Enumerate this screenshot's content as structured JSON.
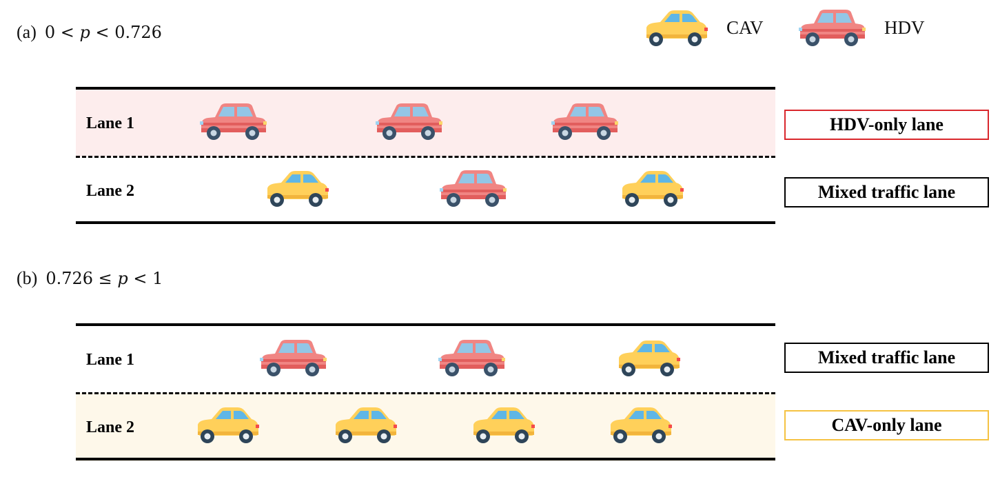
{
  "legend": {
    "cav_label": "CAV",
    "hdv_label": "HDV",
    "colors": {
      "cav_body": "#FFD05A",
      "hdv_body": "#F08583"
    }
  },
  "colors": {
    "hdv_lane_shade": "#FDEDED",
    "cav_lane_shade": "#FEF8EA",
    "hdv_tag_border": "#D9262C",
    "cav_tag_border": "#F5C242",
    "mixed_tag_border": "#000000"
  },
  "panels": [
    {
      "label": "(a)",
      "condition": "0 < 𝑝 < 0.726",
      "lanes": [
        {
          "name": "Lane 1",
          "type": "HDV-only lane",
          "vehicles": [
            "hdv",
            "hdv",
            "hdv"
          ]
        },
        {
          "name": "Lane 2",
          "type": "Mixed traffic lane",
          "vehicles": [
            "cav",
            "hdv",
            "cav"
          ]
        }
      ]
    },
    {
      "label": "(b)",
      "condition": "0.726 ≤ 𝑝 < 1",
      "lanes": [
        {
          "name": "Lane 1",
          "type": "Mixed traffic lane",
          "vehicles": [
            "hdv",
            "hdv",
            "cav"
          ]
        },
        {
          "name": "Lane 2",
          "type": "CAV-only lane",
          "vehicles": [
            "cav",
            "cav",
            "cav",
            "cav"
          ]
        }
      ]
    }
  ]
}
